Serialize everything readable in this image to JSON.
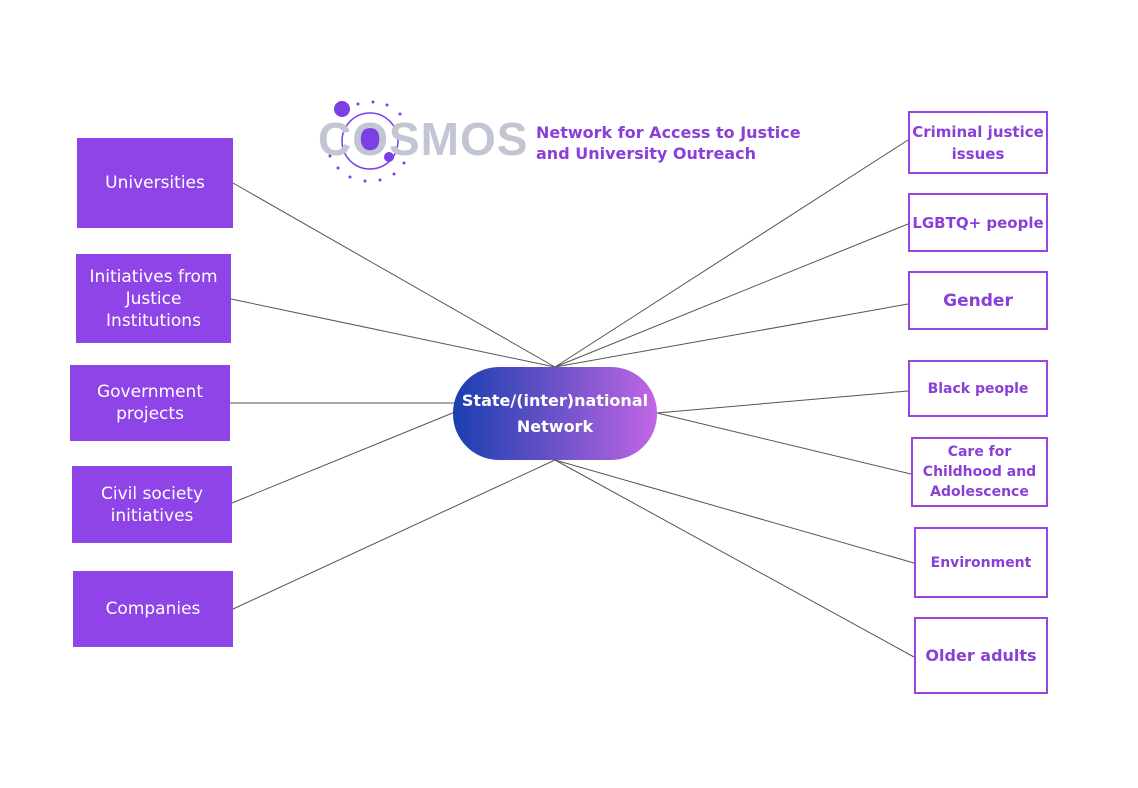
{
  "logo": {
    "name": "COSMOS",
    "tagline_1": "Network for Access to Justice",
    "tagline_2": "and University Outreach"
  },
  "center": {
    "line1": "State/(inter)national",
    "line2": "Network"
  },
  "left": [
    "Universities",
    "Initiatives from Justice Institutions",
    "Government projects",
    "Civil society initiatives",
    "Companies"
  ],
  "right": [
    "Criminal justice issues",
    "LGBTQ+ people",
    "Gender",
    "Black people",
    "Care for Childhood and Adolescence",
    "Environment",
    "Older adults"
  ],
  "colors": {
    "purple": "#8e44e6",
    "text_purple": "#8a3fd8"
  }
}
